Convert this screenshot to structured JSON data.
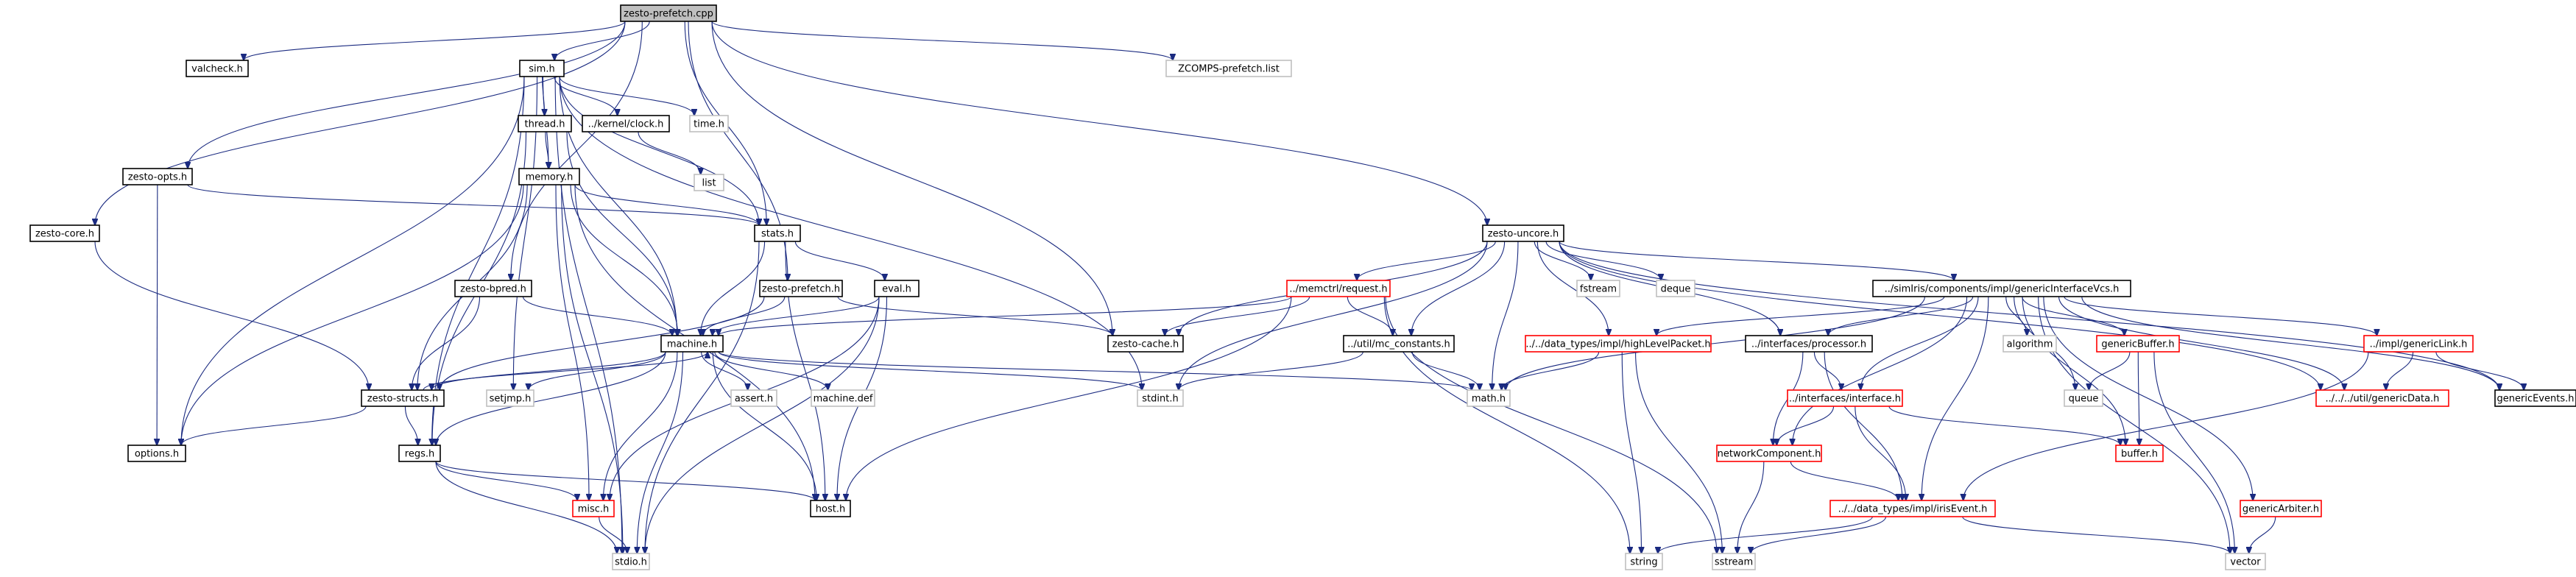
{
  "colors": {
    "edge": "#1a2a80",
    "black_border": "#000000",
    "red_border": "#ff0000",
    "gray_border": "#bfbfbf",
    "root_fill": "#bfbfbf",
    "node_fill": "#ffffff"
  },
  "nodes": [
    {
      "id": "zesto_prefetch_cpp",
      "label": "zesto-prefetch.cpp",
      "style": "root"
    },
    {
      "id": "valcheck_h",
      "label": "valcheck.h",
      "style": "black"
    },
    {
      "id": "sim_h",
      "label": "sim.h",
      "style": "black"
    },
    {
      "id": "zcomps_list",
      "label": "ZCOMPS-prefetch.list",
      "style": "gray"
    },
    {
      "id": "thread_h",
      "label": "thread.h",
      "style": "black"
    },
    {
      "id": "kernel_clock_h",
      "label": "../kernel/clock.h",
      "style": "black"
    },
    {
      "id": "time_h",
      "label": "time.h",
      "style": "gray"
    },
    {
      "id": "list",
      "label": "list",
      "style": "gray"
    },
    {
      "id": "memory_h",
      "label": "memory.h",
      "style": "black"
    },
    {
      "id": "zesto_opts_h",
      "label": "zesto-opts.h",
      "style": "black"
    },
    {
      "id": "zesto_core_h",
      "label": "zesto-core.h",
      "style": "black"
    },
    {
      "id": "stats_h",
      "label": "stats.h",
      "style": "black"
    },
    {
      "id": "zesto_uncore_h",
      "label": "zesto-uncore.h",
      "style": "black"
    },
    {
      "id": "zesto_bpred_h",
      "label": "zesto-bpred.h",
      "style": "black"
    },
    {
      "id": "zesto_prefetch_h",
      "label": "zesto-prefetch.h",
      "style": "black"
    },
    {
      "id": "eval_h",
      "label": "eval.h",
      "style": "black"
    },
    {
      "id": "memctrl_request_h",
      "label": "../memctrl/request.h",
      "style": "red"
    },
    {
      "id": "fstream",
      "label": "fstream",
      "style": "gray"
    },
    {
      "id": "deque",
      "label": "deque",
      "style": "gray"
    },
    {
      "id": "generic_interface_vcs_h",
      "label": "../simIris/components/impl/genericInterfaceVcs.h",
      "style": "black"
    },
    {
      "id": "machine_h",
      "label": "machine.h",
      "style": "black"
    },
    {
      "id": "zesto_cache_h",
      "label": "zesto-cache.h",
      "style": "black"
    },
    {
      "id": "util_mc_constants_h",
      "label": "../util/mc_constants.h",
      "style": "black"
    },
    {
      "id": "high_level_packet_h",
      "label": "../../data_types/impl/highLevelPacket.h",
      "style": "red"
    },
    {
      "id": "interfaces_processor_h",
      "label": "../interfaces/processor.h",
      "style": "black"
    },
    {
      "id": "algorithm",
      "label": "algorithm",
      "style": "gray"
    },
    {
      "id": "generic_buffer_h",
      "label": "genericBuffer.h",
      "style": "red"
    },
    {
      "id": "impl_generic_link_h",
      "label": "../impl/genericLink.h",
      "style": "red"
    },
    {
      "id": "zesto_structs_h",
      "label": "zesto-structs.h",
      "style": "black"
    },
    {
      "id": "setjmp_h",
      "label": "setjmp.h",
      "style": "gray"
    },
    {
      "id": "assert_h",
      "label": "assert.h",
      "style": "gray"
    },
    {
      "id": "machine_def",
      "label": "machine.def",
      "style": "gray"
    },
    {
      "id": "stdint_h",
      "label": "stdint.h",
      "style": "gray"
    },
    {
      "id": "math_h",
      "label": "math.h",
      "style": "gray"
    },
    {
      "id": "queue",
      "label": "queue",
      "style": "gray"
    },
    {
      "id": "util_generic_data_h",
      "label": "../../../util/genericData.h",
      "style": "red"
    },
    {
      "id": "generic_events_h",
      "label": "genericEvents.h",
      "style": "black"
    },
    {
      "id": "interfaces_interface_h",
      "label": "../interfaces/interface.h",
      "style": "red"
    },
    {
      "id": "options_h",
      "label": "options.h",
      "style": "black"
    },
    {
      "id": "regs_h",
      "label": "regs.h",
      "style": "black"
    },
    {
      "id": "network_component_h",
      "label": "networkComponent.h",
      "style": "red"
    },
    {
      "id": "buffer_h",
      "label": "buffer.h",
      "style": "red"
    },
    {
      "id": "misc_h",
      "label": "misc.h",
      "style": "red"
    },
    {
      "id": "host_h",
      "label": "host.h",
      "style": "black"
    },
    {
      "id": "iris_event_h",
      "label": "../../data_types/impl/irisEvent.h",
      "style": "red"
    },
    {
      "id": "generic_arbiter_h",
      "label": "genericArbiter.h",
      "style": "red"
    },
    {
      "id": "stdio_h",
      "label": "stdio.h",
      "style": "gray"
    },
    {
      "id": "string",
      "label": "string",
      "style": "gray"
    },
    {
      "id": "sstream",
      "label": "sstream",
      "style": "gray"
    },
    {
      "id": "vector",
      "label": "vector",
      "style": "gray"
    }
  ],
  "edges": [
    [
      "zesto_prefetch_cpp",
      "valcheck_h"
    ],
    [
      "zesto_prefetch_cpp",
      "sim_h"
    ],
    [
      "zesto_prefetch_cpp",
      "zcomps_list"
    ],
    [
      "zesto_prefetch_cpp",
      "zesto_opts_h"
    ],
    [
      "zesto_prefetch_cpp",
      "zesto_core_h"
    ],
    [
      "zesto_prefetch_cpp",
      "stats_h"
    ],
    [
      "zesto_prefetch_cpp",
      "zesto_bpred_h"
    ],
    [
      "zesto_prefetch_cpp",
      "zesto_prefetch_h"
    ],
    [
      "zesto_prefetch_cpp",
      "zesto_cache_h"
    ],
    [
      "zesto_prefetch_cpp",
      "zesto_uncore_h"
    ],
    [
      "sim_h",
      "thread_h"
    ],
    [
      "sim_h",
      "kernel_clock_h"
    ],
    [
      "sim_h",
      "time_h"
    ],
    [
      "sim_h",
      "memory_h"
    ],
    [
      "sim_h",
      "stats_h"
    ],
    [
      "sim_h",
      "machine_h"
    ],
    [
      "sim_h",
      "options_h"
    ],
    [
      "sim_h",
      "regs_h"
    ],
    [
      "sim_h",
      "setjmp_h"
    ],
    [
      "sim_h",
      "stdint_h"
    ],
    [
      "sim_h",
      "stdio_h"
    ],
    [
      "thread_h",
      "memory_h"
    ],
    [
      "thread_h",
      "machine_h"
    ],
    [
      "thread_h",
      "regs_h"
    ],
    [
      "kernel_clock_h",
      "list"
    ],
    [
      "memory_h",
      "stats_h"
    ],
    [
      "memory_h",
      "machine_h"
    ],
    [
      "memory_h",
      "options_h"
    ],
    [
      "memory_h",
      "misc_h"
    ],
    [
      "memory_h",
      "host_h"
    ],
    [
      "memory_h",
      "stdio_h"
    ],
    [
      "memory_h",
      "zesto_structs_h"
    ],
    [
      "zesto_opts_h",
      "stats_h"
    ],
    [
      "zesto_opts_h",
      "options_h"
    ],
    [
      "zesto_core_h",
      "zesto_structs_h"
    ],
    [
      "stats_h",
      "machine_h"
    ],
    [
      "stats_h",
      "eval_h"
    ],
    [
      "stats_h",
      "host_h"
    ],
    [
      "stats_h",
      "stdio_h"
    ],
    [
      "zesto_bpred_h",
      "machine_h"
    ],
    [
      "zesto_bpred_h",
      "zesto_structs_h"
    ],
    [
      "zesto_prefetch_h",
      "machine_h"
    ],
    [
      "zesto_prefetch_h",
      "zesto_structs_h"
    ],
    [
      "zesto_prefetch_h",
      "zesto_cache_h"
    ],
    [
      "eval_h",
      "machine_h"
    ],
    [
      "eval_h",
      "host_h"
    ],
    [
      "eval_h",
      "misc_h"
    ],
    [
      "eval_h",
      "stdio_h"
    ],
    [
      "zesto_uncore_h",
      "memctrl_request_h"
    ],
    [
      "zesto_uncore_h",
      "zesto_cache_h"
    ],
    [
      "zesto_uncore_h",
      "fstream"
    ],
    [
      "zesto_uncore_h",
      "deque"
    ],
    [
      "zesto_uncore_h",
      "generic_interface_vcs_h"
    ],
    [
      "zesto_uncore_h",
      "util_mc_constants_h"
    ],
    [
      "zesto_uncore_h",
      "stdint_h"
    ],
    [
      "zesto_uncore_h",
      "math_h"
    ],
    [
      "zesto_uncore_h",
      "high_level_packet_h"
    ],
    [
      "zesto_uncore_h",
      "interfaces_processor_h"
    ],
    [
      "zesto_uncore_h",
      "generic_events_h"
    ],
    [
      "zesto_uncore_h",
      "util_generic_data_h"
    ],
    [
      "memctrl_request_h",
      "machine_h"
    ],
    [
      "memctrl_request_h",
      "zesto_cache_h"
    ],
    [
      "memctrl_request_h",
      "util_mc_constants_h"
    ],
    [
      "memctrl_request_h",
      "host_h"
    ],
    [
      "memctrl_request_h",
      "string"
    ],
    [
      "memctrl_request_h",
      "sstream"
    ],
    [
      "generic_interface_vcs_h",
      "high_level_packet_h"
    ],
    [
      "generic_interface_vcs_h",
      "interfaces_processor_h"
    ],
    [
      "generic_interface_vcs_h",
      "algorithm"
    ],
    [
      "generic_interface_vcs_h",
      "generic_buffer_h"
    ],
    [
      "generic_interface_vcs_h",
      "impl_generic_link_h"
    ],
    [
      "generic_interface_vcs_h",
      "queue"
    ],
    [
      "generic_interface_vcs_h",
      "util_generic_data_h"
    ],
    [
      "generic_interface_vcs_h",
      "generic_events_h"
    ],
    [
      "generic_interface_vcs_h",
      "interfaces_interface_h"
    ],
    [
      "generic_interface_vcs_h",
      "network_component_h"
    ],
    [
      "generic_interface_vcs_h",
      "buffer_h"
    ],
    [
      "generic_interface_vcs_h",
      "iris_event_h"
    ],
    [
      "generic_interface_vcs_h",
      "generic_arbiter_h"
    ],
    [
      "generic_interface_vcs_h",
      "math_h"
    ],
    [
      "generic_interface_vcs_h",
      "vector"
    ],
    [
      "machine_h",
      "zesto_structs_h"
    ],
    [
      "machine_h",
      "setjmp_h"
    ],
    [
      "machine_h",
      "assert_h"
    ],
    [
      "machine_h",
      "machine_def"
    ],
    [
      "machine_h",
      "stdint_h"
    ],
    [
      "machine_h",
      "math_h"
    ],
    [
      "machine_h",
      "misc_h"
    ],
    [
      "machine_h",
      "host_h"
    ],
    [
      "machine_h",
      "stdio_h"
    ],
    [
      "machine_h",
      "regs_h"
    ],
    [
      "util_mc_constants_h",
      "stdint_h"
    ],
    [
      "util_mc_constants_h",
      "math_h"
    ],
    [
      "high_level_packet_h",
      "math_h"
    ],
    [
      "high_level_packet_h",
      "string"
    ],
    [
      "high_level_packet_h",
      "sstream"
    ],
    [
      "interfaces_processor_h",
      "interfaces_interface_h"
    ],
    [
      "interfaces_processor_h",
      "network_component_h"
    ],
    [
      "interfaces_processor_h",
      "iris_event_h"
    ],
    [
      "generic_buffer_h",
      "queue"
    ],
    [
      "generic_buffer_h",
      "buffer_h"
    ],
    [
      "generic_buffer_h",
      "vector"
    ],
    [
      "impl_generic_link_h",
      "generic_events_h"
    ],
    [
      "impl_generic_link_h",
      "util_generic_data_h"
    ],
    [
      "impl_generic_link_h",
      "iris_event_h"
    ],
    [
      "zesto_structs_h",
      "options_h"
    ],
    [
      "zesto_structs_h",
      "regs_h"
    ],
    [
      "zesto_structs_h",
      "machine_h"
    ],
    [
      "interfaces_interface_h",
      "network_component_h"
    ],
    [
      "interfaces_interface_h",
      "buffer_h"
    ],
    [
      "interfaces_interface_h",
      "iris_event_h"
    ],
    [
      "regs_h",
      "misc_h"
    ],
    [
      "regs_h",
      "host_h"
    ],
    [
      "regs_h",
      "stdio_h"
    ],
    [
      "network_component_h",
      "iris_event_h"
    ],
    [
      "network_component_h",
      "sstream"
    ],
    [
      "misc_h",
      "stdio_h"
    ],
    [
      "iris_event_h",
      "string"
    ],
    [
      "iris_event_h",
      "sstream"
    ],
    [
      "iris_event_h",
      "vector"
    ],
    [
      "generic_arbiter_h",
      "vector"
    ]
  ]
}
